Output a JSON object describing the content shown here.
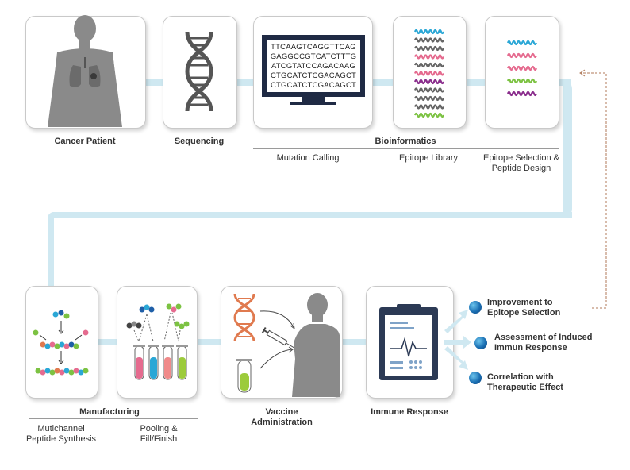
{
  "stages_top": {
    "cancer_patient": "Cancer Patient",
    "sequencing": "Sequencing",
    "bioinformatics": "Bioinformatics"
  },
  "bioinformatics_sub": {
    "mutation_calling": "Mutation Calling",
    "epitope_library": "Epitope Library",
    "epitope_selection_1": "Epitope Selection &",
    "epitope_selection_2": "Peptide Design"
  },
  "sequence_lines": [
    "TTCAAGTCAGGTTCAG",
    "GAGGCCGTCATCTTTG",
    "ATCGTATCCAGACAAG",
    "CTGCATCTCGACAGCT",
    "CTGCATCTCGACAGCT"
  ],
  "stages_bottom": {
    "manufacturing": "Manufacturing",
    "vaccine_1": "Vaccine",
    "vaccine_2": "Administration",
    "immune_response": "Immune Response"
  },
  "manufacturing_sub": {
    "synthesis_1": "Mutichannel",
    "synthesis_2": "Peptide Synthesis",
    "pooling_1": "Pooling &",
    "pooling_2": "Fill/Finish"
  },
  "outcomes": {
    "o1_line1": "Improvement to",
    "o1_line2": "Epitope Selection",
    "o2_line1": "Assessment of Induced",
    "o2_line2": "Immun Response",
    "o3_line1": "Correlation with",
    "o3_line2": "Therapeutic Effect"
  },
  "colors": {
    "flow": "#cfe8f1",
    "dna_dark": "#555555",
    "dna_orange": "#e07a4f",
    "monitor": "#1f2a44",
    "clipboard": "#2c3a55",
    "bullet": "#1a6fb3",
    "wave_blue": "#2aa7d6",
    "wave_pink": "#e56b8f",
    "wave_purple": "#8a2d8c",
    "wave_green": "#7cc242",
    "wave_gray": "#666666",
    "dashed_arrow": "#b07a5a"
  },
  "icons": [
    "human-silhouette-icon",
    "dna-icon",
    "monitor-icon",
    "peptide-library-icon",
    "selected-peptides-icon",
    "peptide-synthesis-icon",
    "test-tubes-icon",
    "vaccine-administration-icon",
    "clipboard-chart-icon"
  ]
}
